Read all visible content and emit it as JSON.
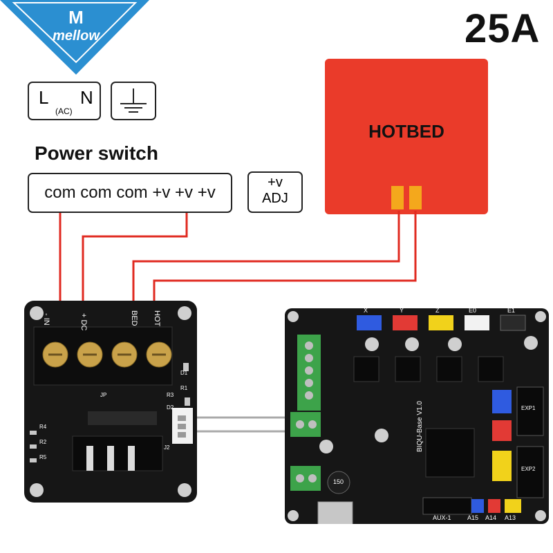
{
  "logo": {
    "text": "mellow"
  },
  "rating": {
    "text": "25A"
  },
  "ac_box": {
    "l": "L",
    "n": "N",
    "sub": "(AC)"
  },
  "switch": {
    "title": "Power switch",
    "terminals": "com com com +v +v +v"
  },
  "adj_box": {
    "top": "+v",
    "bottom": "ADJ"
  },
  "hotbed": {
    "label": "HOTBED"
  },
  "mosfet": {
    "labels": [
      "- IN",
      "+ DC",
      "BED",
      "HOT"
    ],
    "components": [
      "D1",
      "R3",
      "R1",
      "D2",
      "J2",
      "R4",
      "R2",
      "R5",
      "JP"
    ]
  },
  "mainboard": {
    "name": "BIQU-Base V1.0",
    "connector_labels": [
      "X",
      "Y",
      "Z",
      "E0",
      "E1"
    ],
    "bottom_labels": [
      "AUX-1",
      "A15",
      "A14",
      "A13"
    ],
    "inductor": "150",
    "side_labels": [
      "EXP1",
      "EXP2"
    ]
  },
  "colors": {
    "wire_red": "#e02a20",
    "wire_gray": "#a9a9a9",
    "hotbed": "#ea3b2a",
    "hotbed_pad": "#f4a81c",
    "logo_blue": "#2b8fd1",
    "pcb": "#161616"
  }
}
